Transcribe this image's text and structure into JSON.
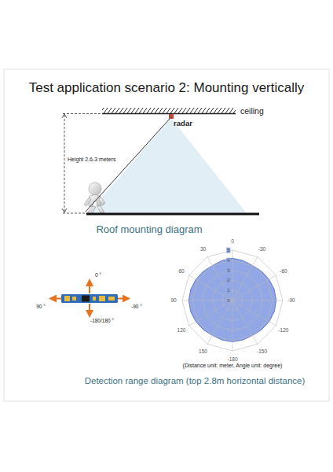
{
  "diagram": {
    "title": "Test application scenario 2: Mounting vertically",
    "labels": [
      "ceiling",
      "radar",
      "Height 2.6-3 meters",
      "Roof mounting diagram",
      "0 °",
      "90 °",
      "-90 °",
      "-180/180 °",
      "0",
      "30",
      "-30",
      "60",
      "-60",
      "90",
      "-90",
      "120",
      "-120",
      "150",
      "-150",
      "-180",
      "0",
      "1",
      "2",
      "3",
      "4",
      "5",
      "(Distance unit: meter, Angle unit: degree)",
      "Detection range diagram (top 2.8m horizontal distance)"
    ]
  }
}
